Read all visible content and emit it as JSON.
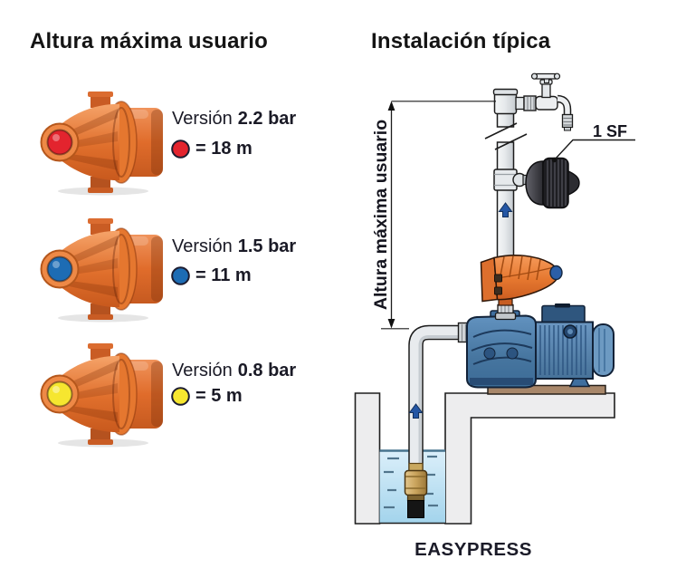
{
  "left_panel": {
    "title": "Altura máxima usuario",
    "versions": [
      {
        "name": "Versión",
        "pressure": "2.2 bar",
        "equals": "= 18 m",
        "dot_color": "#e3242e",
        "dot_name": "red"
      },
      {
        "name": "Versión",
        "pressure": "1.5 bar",
        "equals": "= 11 m",
        "dot_color": "#1d6cb4",
        "dot_name": "blue"
      },
      {
        "name": "Versión",
        "pressure": "0.8 bar",
        "equals": "= 5 m",
        "dot_color": "#f6e62f",
        "dot_name": "yellow"
      }
    ]
  },
  "diagram": {
    "title": "Instalación típica",
    "dimension_label": "Altura máxima usuario",
    "callout": "1 SF",
    "caption": "EASYPRESS"
  },
  "palette": {
    "device_orange": "#e5772f",
    "pump_blue": "#4a7eb0",
    "flow_arrow_blue": "#2456a4",
    "water_blue": "#b9dff1",
    "text_dark": "#1a1a26"
  }
}
